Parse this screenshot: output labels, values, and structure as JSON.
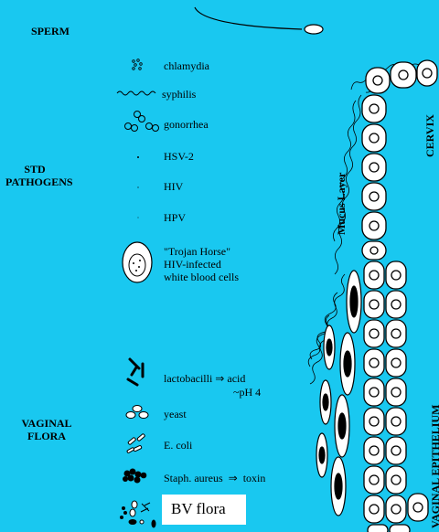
{
  "categories": {
    "sperm": "SPERM",
    "std_line1": "STD",
    "std_line2": "PATHOGENS",
    "flora_line1": "VAGINAL",
    "flora_line2": "FLORA"
  },
  "pathogens": {
    "chlamydia": "chlamydia",
    "syphilis": "syphilis",
    "gonorrhea": "gonorrhea",
    "hsv2": "HSV-2",
    "hiv": "HIV",
    "hpv": "HPV",
    "trojan_line1": "\"Trojan Horse\"",
    "trojan_line2": "HIV-infected",
    "trojan_line3": "white blood cells"
  },
  "flora": {
    "lacto_line1": "lactobacilli ⇒ acid",
    "lacto_line2": "~pH 4",
    "yeast": "yeast",
    "ecoli": "E. coli",
    "staph": "Staph. aureus  ⇒  toxin",
    "bv": "BV flora"
  },
  "tissue": {
    "mucus": "Mucus Layer",
    "cervix": "CERVIX",
    "epithelium": "VAGINAL EPITHELIUM"
  },
  "colors": {
    "background": "#19c8f0",
    "cell_fill": "#ffffff",
    "nucleus": "#000000"
  }
}
